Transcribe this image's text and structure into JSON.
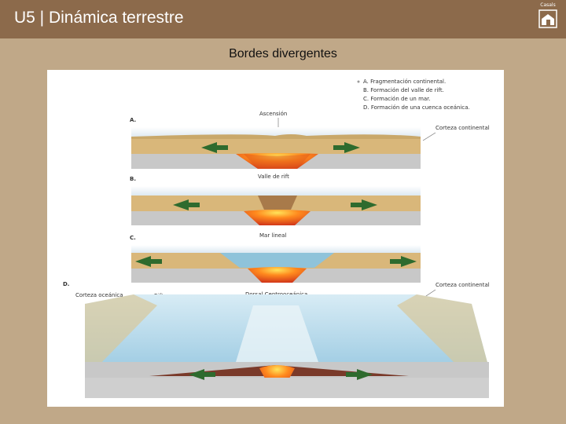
{
  "header": {
    "title": "U5 | Dinámica terrestre",
    "logo_text": "Casals"
  },
  "slide": {
    "subtitle": "Bordes divergentes"
  },
  "figure": {
    "legend": [
      "A. Fragmentación continental.",
      "B. Formación del valle de rift.",
      "C. Formación de un mar.",
      "D. Formación de una cuenca oceánica."
    ],
    "panels": {
      "a": {
        "letter": "A.",
        "label": "Ascensión",
        "right_label": "Corteza continental"
      },
      "b": {
        "letter": "B.",
        "label": "Valle de rift"
      },
      "c": {
        "letter": "C.",
        "label": "Mar lineal"
      },
      "d": {
        "letter": "D.",
        "left_label": "Corteza oceánica",
        "rift_label": "Rift",
        "center_label": "Dorsal Centrooceánica",
        "right_label": "Corteza continental"
      }
    }
  }
}
